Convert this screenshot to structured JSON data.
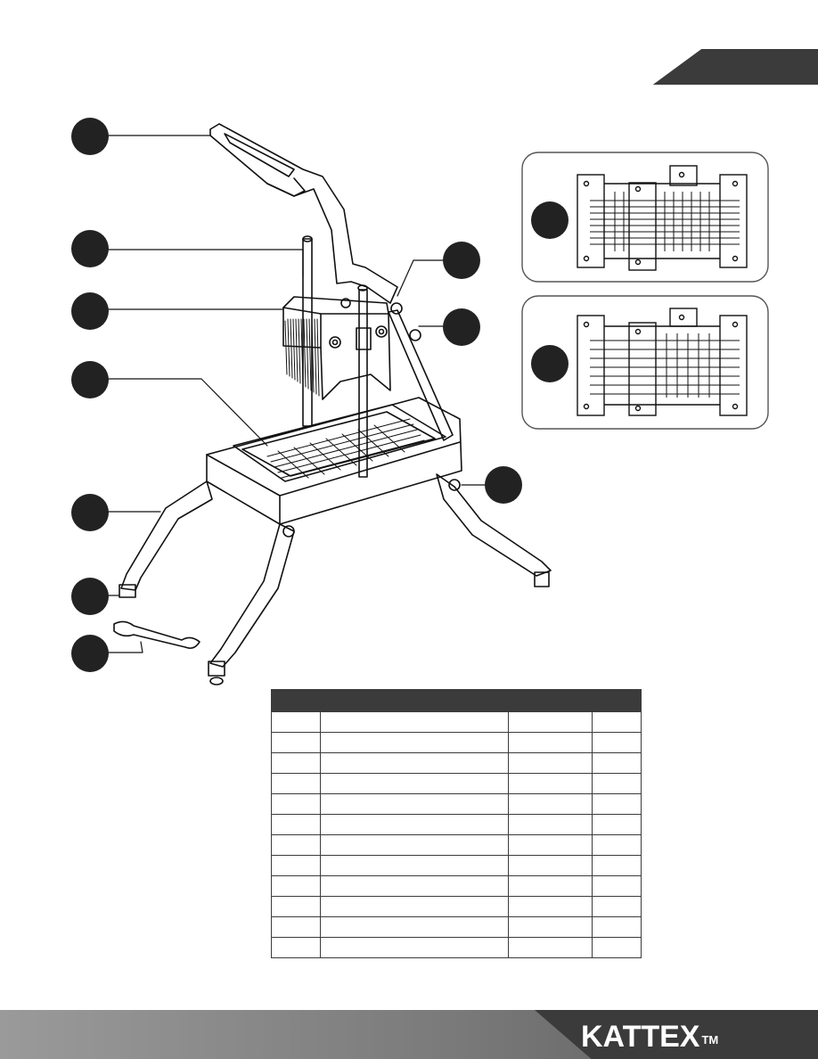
{
  "brand": {
    "name": "KATTEX",
    "tm": "TM"
  },
  "colors": {
    "accent_dark": "#3b3b3b",
    "footer_gray": "#8a8a8a",
    "callout_fill": "#222222"
  },
  "parts_table": {
    "header": [
      "",
      "",
      "",
      ""
    ],
    "row_count": 12
  }
}
